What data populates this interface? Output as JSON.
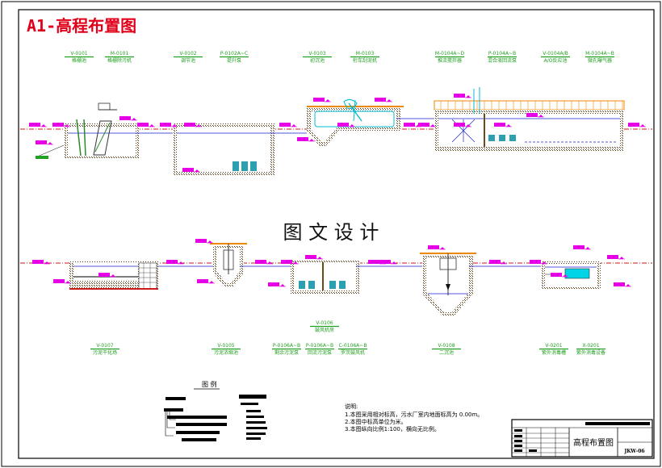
{
  "drawing": {
    "title": "A1-高程布置图",
    "center_text": "图 文 设 计",
    "legend_title": "图 例",
    "notes": {
      "heading": "说明:",
      "lines": [
        "1.本图采用相对标高，污水厂室内地面标高为 0.00m。",
        "2.本图中标高单位为米。",
        "3.本图纵向比例1:100，横向无比例。"
      ]
    },
    "title_block": {
      "drawing_name": "高程布置图",
      "drawing_no": "JKW-06"
    }
  },
  "top_row_labels": [
    {
      "code": "V-0101",
      "name": "格栅池"
    },
    {
      "code": "M-0101",
      "name": "格栅除污机"
    },
    {
      "code": "V-0102",
      "name": "调节池"
    },
    {
      "code": "P-0102A~C",
      "name": "提升泵"
    },
    {
      "code": "V-0103",
      "name": "初沉池"
    },
    {
      "code": "M-0103",
      "name": "桁车刮泥机"
    },
    {
      "code": "M-0104A~D",
      "name": "推流搅拌器"
    },
    {
      "code": "P-0104A~B",
      "name": "混合液回流泵"
    },
    {
      "code": "V-0104A/B",
      "name": "A/O反应池"
    },
    {
      "code": "M-0104A~B",
      "name": "微孔曝气器"
    }
  ],
  "bottom_row_labels": [
    {
      "code": "V-0107",
      "name": "污泥干化场"
    },
    {
      "code": "V-0105",
      "name": "污泥浓缩池"
    },
    {
      "code": "P-0106A~B",
      "name": "剩余污泥泵"
    },
    {
      "code": "P-0106A~B",
      "name": "回流污泥泵"
    },
    {
      "code": "C-0106A~B",
      "name": "罗茨鼓风机"
    },
    {
      "code": "V-0108",
      "name": "二沉池"
    },
    {
      "code": "V-0201",
      "name": "紫外消毒槽"
    },
    {
      "code": "X-0201",
      "name": "紫外消毒设备"
    }
  ],
  "blower_room_label": {
    "code": "V-0106",
    "name": "鼓风机房"
  },
  "colors": {
    "border": "#000000",
    "title_red": "#e0001a",
    "ground": "#cc1a1a",
    "wall": "#6b4a1a",
    "water": "#1a22cc",
    "tag_green": "#22a022",
    "elevation_magenta": "#e600e6",
    "platform_orange": "#ee8800",
    "equipment_cyan": "#00bcd4"
  }
}
